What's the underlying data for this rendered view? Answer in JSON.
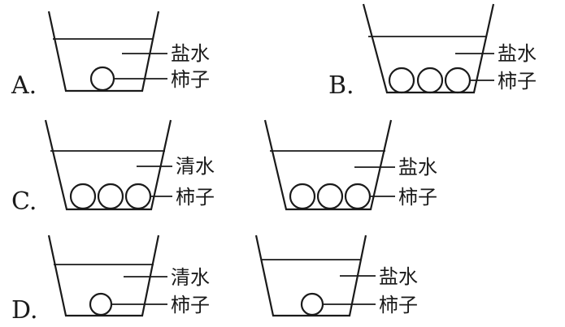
{
  "options": {
    "a": "A.",
    "b": "B.",
    "c": "C.",
    "d": "D."
  },
  "panels": {
    "a": {
      "liquid": "盐水",
      "fruit": "柿子"
    },
    "b": {
      "liquid": "盐水",
      "fruit": "柿子"
    },
    "c_left": {
      "liquid": "清水",
      "fruit": "柿子"
    },
    "c_right": {
      "liquid": "盐水",
      "fruit": "柿子"
    },
    "d_left": {
      "liquid": "清水",
      "fruit": "柿子"
    },
    "d_right": {
      "liquid": "盐水",
      "fruit": "柿子"
    }
  }
}
